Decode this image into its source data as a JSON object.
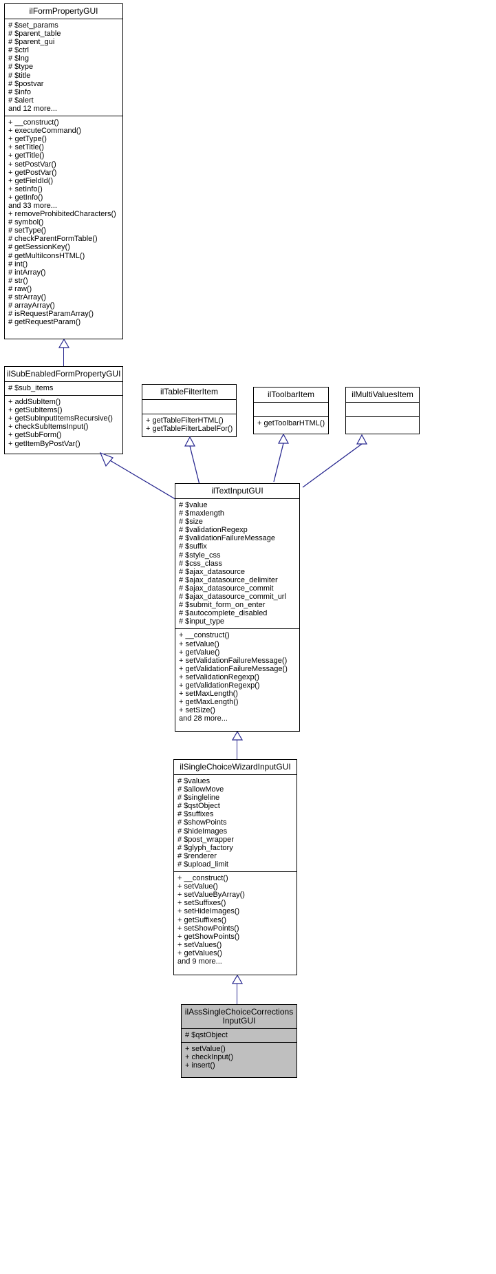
{
  "diagram": {
    "title": "ilAssSingleChoiceCorrectionsInputGUI inheritance diagram",
    "edge_color": "#27278f",
    "box_border_color": "#000000",
    "highlight_fill": "#bfbfbf"
  },
  "classes": {
    "ilFormPropertyGUI": {
      "name": "ilFormPropertyGUI",
      "attributes": [
        "# $set_params",
        "# $parent_table",
        "# $parent_gui",
        "# $ctrl",
        "# $lng",
        "# $type",
        "# $title",
        "# $postvar",
        "# $info",
        "# $alert",
        "and 12 more..."
      ],
      "methods": [
        "+ __construct()",
        "+ executeCommand()",
        "+ getType()",
        "+ setTitle()",
        "+ getTitle()",
        "+ setPostVar()",
        "+ getPostVar()",
        "+ getFieldId()",
        "+ setInfo()",
        "+ getInfo()",
        "and 33 more...",
        "+ removeProhibitedCharacters()",
        "# symbol()",
        "# setType()",
        "# checkParentFormTable()",
        "# getSessionKey()",
        "# getMultiIconsHTML()",
        "# int()",
        "# intArray()",
        "# str()",
        "# raw()",
        "# strArray()",
        "# arrayArray()",
        "# isRequestParamArray()",
        "# getRequestParam()"
      ]
    },
    "ilSubEnabledFormPropertyGUI": {
      "name": "ilSubEnabledFormPropertyGUI",
      "attributes": [
        "# $sub_items"
      ],
      "methods": [
        "+ addSubItem()",
        "+ getSubItems()",
        "+ getSubInputItemsRecursive()",
        "+ checkSubItemsInput()",
        "+ getSubForm()",
        "+ getItemByPostVar()"
      ]
    },
    "ilTableFilterItem": {
      "name": "ilTableFilterItem",
      "attributes": [],
      "methods": [
        "+ getTableFilterHTML()",
        "+ getTableFilterLabelFor()"
      ]
    },
    "ilToolbarItem": {
      "name": "ilToolbarItem",
      "attributes": [],
      "methods": [
        "+ getToolbarHTML()"
      ]
    },
    "ilMultiValuesItem": {
      "name": "ilMultiValuesItem",
      "attributes": [],
      "methods": []
    },
    "ilTextInputGUI": {
      "name": "ilTextInputGUI",
      "attributes": [
        "# $value",
        "# $maxlength",
        "# $size",
        "# $validationRegexp",
        "# $validationFailureMessage",
        "# $suffix",
        "# $style_css",
        "# $css_class",
        "# $ajax_datasource",
        "# $ajax_datasource_delimiter",
        "# $ajax_datasource_commit",
        "# $ajax_datasource_commit_url",
        "# $submit_form_on_enter",
        "# $autocomplete_disabled",
        "# $input_type"
      ],
      "methods": [
        "+ __construct()",
        "+ setValue()",
        "+ getValue()",
        "+ setValidationFailureMessage()",
        "+ getValidationFailureMessage()",
        "+ setValidationRegexp()",
        "+ getValidationRegexp()",
        "+ setMaxLength()",
        "+ getMaxLength()",
        "+ setSize()",
        "and 28 more..."
      ]
    },
    "ilSingleChoiceWizardInputGUI": {
      "name": "ilSingleChoiceWizardInputGUI",
      "attributes": [
        "# $values",
        "# $allowMove",
        "# $singleline",
        "# $qstObject",
        "# $suffixes",
        "# $showPoints",
        "# $hideImages",
        "# $post_wrapper",
        "# $glyph_factory",
        "# $renderer",
        "# $upload_limit"
      ],
      "methods": [
        "+ __construct()",
        "+ setValue()",
        "+ setValueByArray()",
        "+ setSuffixes()",
        "+ setHideImages()",
        "+ getSuffixes()",
        "+ setShowPoints()",
        "+ getShowPoints()",
        "+ setValues()",
        "+ getValues()",
        "and 9 more..."
      ]
    },
    "ilAssSingleChoiceCorrectionsInputGUI": {
      "name": "ilAssSingleChoiceCorrections\nInputGUI",
      "attributes": [
        "# $qstObject"
      ],
      "methods": [
        "+ setValue()",
        "+ checkInput()",
        "+ insert()"
      ]
    }
  }
}
